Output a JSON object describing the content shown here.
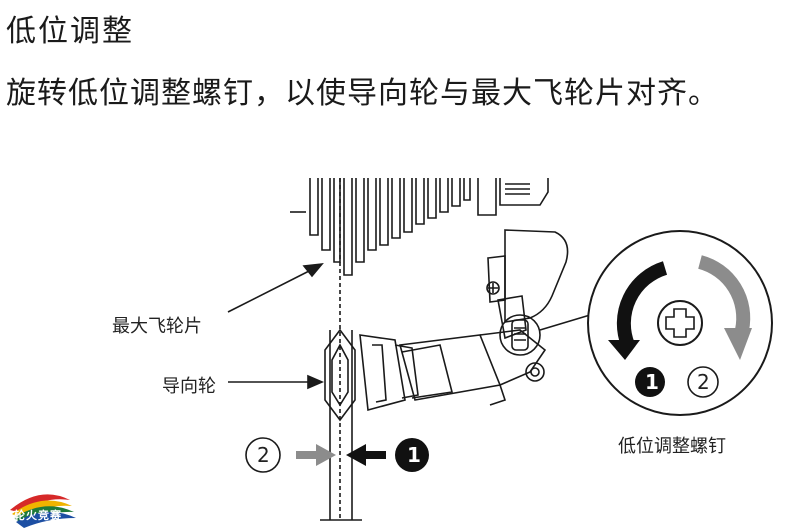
{
  "heading": "低位调整",
  "instruction": "旋转低位调整螺钉，以使导向轮与最大飞轮片对齐。",
  "labels": {
    "largest_sprocket": "最大飞轮片",
    "guide_pulley": "导向轮",
    "low_adjust_screw": "低位调整螺钉"
  },
  "markers": {
    "one": "1",
    "two": "2"
  },
  "logo_text": "轮火竞赛",
  "colors": {
    "line": "#1a1a1a",
    "gray_arrow": "#8c8c8c",
    "black_arrow": "#111111"
  }
}
